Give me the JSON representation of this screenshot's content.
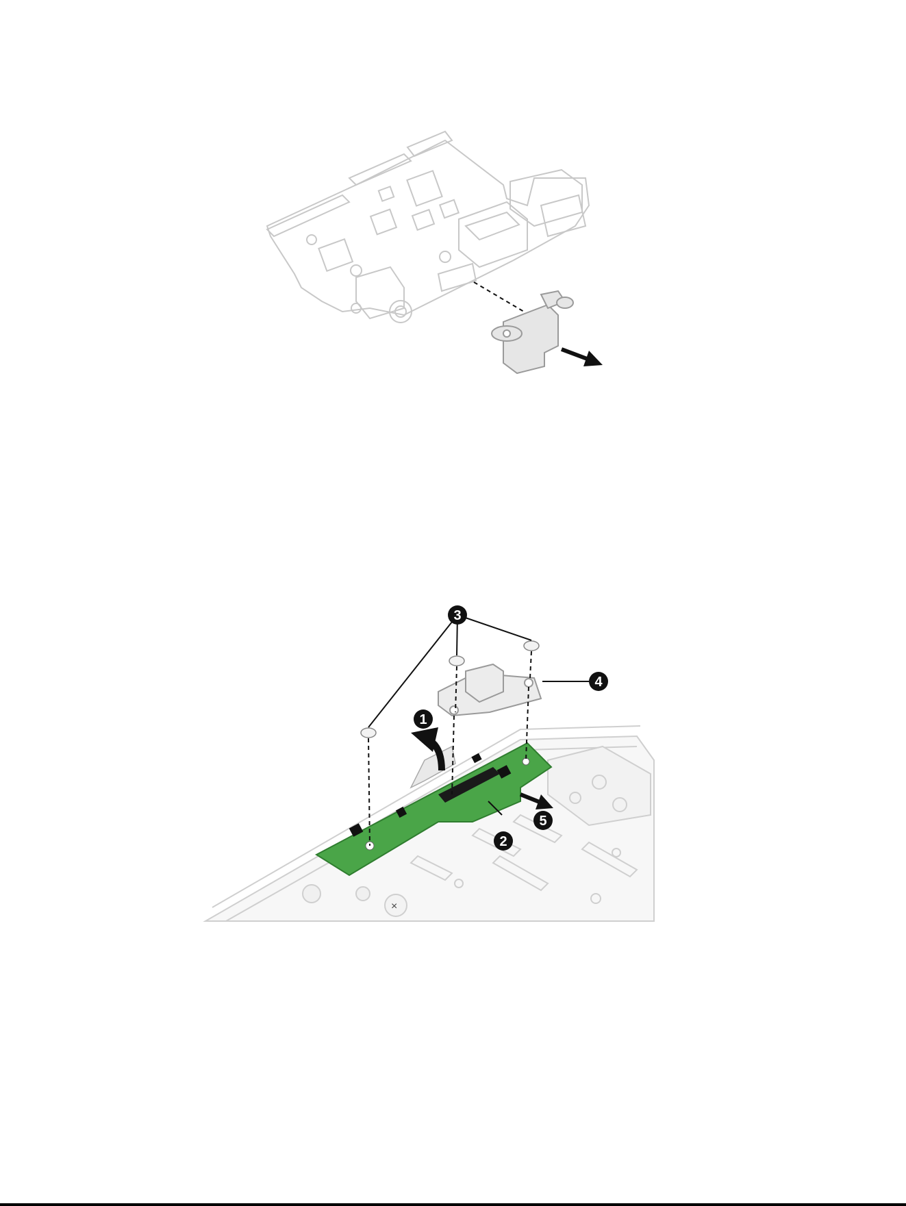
{
  "figure_top": {
    "callouts": []
  },
  "figure_bottom": {
    "callouts": [
      {
        "label": "1"
      },
      {
        "label": "2"
      },
      {
        "label": "3"
      },
      {
        "label": "4"
      },
      {
        "label": "5"
      }
    ]
  },
  "colors": {
    "board_green": "#4aa548",
    "board_green_dark": "#2f7d2f",
    "line_art": "#c8c8c8",
    "metal": "#dcdcdc",
    "callout_fill": "#111111",
    "arrow": "#111111"
  }
}
